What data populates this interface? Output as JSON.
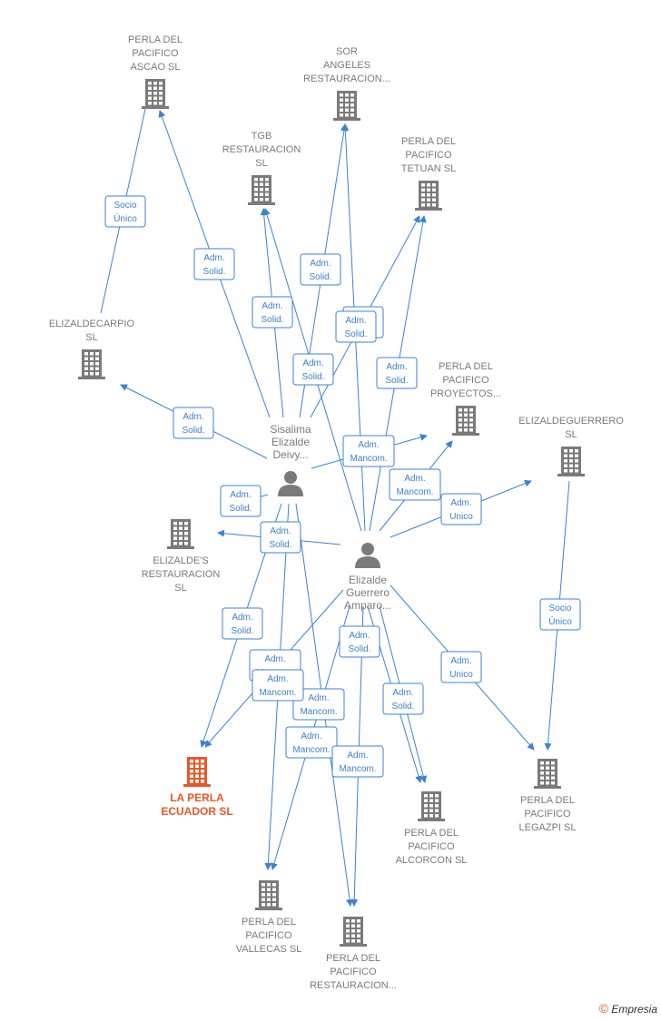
{
  "diagram": {
    "companies": [
      {
        "id": "ascao",
        "lines": [
          "PERLA DEL",
          "PACIFICO",
          "ASCAO  SL"
        ],
        "highlight": false
      },
      {
        "id": "sor",
        "lines": [
          "SOR",
          "ANGELES",
          "RESTAURACION..."
        ],
        "highlight": false
      },
      {
        "id": "tgb",
        "lines": [
          "TGB",
          "RESTAURACION",
          "SL"
        ],
        "highlight": false
      },
      {
        "id": "tetuan",
        "lines": [
          "PERLA DEL",
          "PACIFICO",
          "TETUAN  SL"
        ],
        "highlight": false
      },
      {
        "id": "carpio",
        "lines": [
          "ELIZALDECARPIO",
          "SL"
        ],
        "highlight": false
      },
      {
        "id": "proyectos",
        "lines": [
          "PERLA DEL",
          "PACIFICO",
          "PROYECTOS..."
        ],
        "highlight": false
      },
      {
        "id": "guerrero",
        "lines": [
          "ELIZALDEGUERRERO",
          "SL"
        ],
        "highlight": false
      },
      {
        "id": "elizaldes",
        "lines": [
          "ELIZALDE'S",
          "RESTAURACION",
          "SL"
        ],
        "highlight": false
      },
      {
        "id": "ecuador",
        "lines": [
          "LA PERLA",
          "ECUADOR  SL"
        ],
        "highlight": true
      },
      {
        "id": "alcorcon",
        "lines": [
          "PERLA DEL",
          "PACIFICO",
          "ALCORCON  SL"
        ],
        "highlight": false
      },
      {
        "id": "legazpi",
        "lines": [
          "PERLA DEL",
          "PACIFICO",
          "LEGAZPI  SL"
        ],
        "highlight": false
      },
      {
        "id": "vallecas",
        "lines": [
          "PERLA DEL",
          "PACIFICO",
          "VALLECAS  SL"
        ],
        "highlight": false
      },
      {
        "id": "restauracion",
        "lines": [
          "PERLA DEL",
          "PACIFICO",
          "RESTAURACION..."
        ],
        "highlight": false
      }
    ],
    "people": [
      {
        "id": "sisalima",
        "lines": [
          "Sisalima",
          "Elizalde",
          "Deivy..."
        ]
      },
      {
        "id": "amparo",
        "lines": [
          "Elizalde",
          "Guerrero",
          "Amparo..."
        ]
      }
    ],
    "relations": [
      {
        "id": "r1",
        "lines": [
          "Socio",
          "Único"
        ]
      },
      {
        "id": "r2",
        "lines": [
          "Adm.",
          "Solid."
        ]
      },
      {
        "id": "r3",
        "lines": [
          "Adm.",
          "Solid."
        ]
      },
      {
        "id": "r4",
        "lines": [
          "Adm.",
          "Solid."
        ]
      },
      {
        "id": "r5",
        "lines": [
          "Adm.",
          "Solid."
        ]
      },
      {
        "id": "r6",
        "lines": [
          "Adm.",
          "Solid."
        ]
      },
      {
        "id": "r7",
        "lines": [
          "Adm.",
          "Solid."
        ]
      },
      {
        "id": "r8",
        "lines": [
          "Adm.",
          "Solid."
        ]
      },
      {
        "id": "r9",
        "lines": [
          "Adm.",
          "Solid."
        ]
      },
      {
        "id": "r10",
        "lines": [
          "Adm.",
          "Mancom."
        ]
      },
      {
        "id": "r11",
        "lines": [
          "Adm.",
          "Mancom."
        ]
      },
      {
        "id": "r12",
        "lines": [
          "Adm.",
          "Unico"
        ]
      },
      {
        "id": "r13",
        "lines": [
          "Adm.",
          "Solid."
        ]
      },
      {
        "id": "r14",
        "lines": [
          "Adm.",
          "Solid."
        ]
      },
      {
        "id": "r15",
        "lines": [
          "Socio",
          "Único"
        ]
      },
      {
        "id": "r16",
        "lines": [
          "Adm.",
          "Solid."
        ]
      },
      {
        "id": "r17",
        "lines": [
          "Adm.",
          "Solid."
        ]
      },
      {
        "id": "r18",
        "lines": [
          "Adm.",
          "Mancom."
        ]
      },
      {
        "id": "r19",
        "lines": [
          "Adm.",
          "Mancom."
        ]
      },
      {
        "id": "r20",
        "lines": [
          "Adm.",
          "Solid."
        ]
      },
      {
        "id": "r21",
        "lines": [
          "Adm.",
          "Unico"
        ]
      },
      {
        "id": "r22",
        "lines": [
          "Adm.",
          "Mancom."
        ]
      },
      {
        "id": "r23",
        "lines": [
          "Adm.",
          "Mancom."
        ]
      },
      {
        "id": "r24",
        "lines": [
          "Adm.",
          "Mancom."
        ]
      }
    ]
  },
  "footer": {
    "copyright_symbol": "©",
    "brand": "Empresia"
  },
  "colors": {
    "edge": "#3b82d4",
    "building": "#7a7a7a",
    "highlight": "#e8572a",
    "person": "#7a7a7a"
  }
}
